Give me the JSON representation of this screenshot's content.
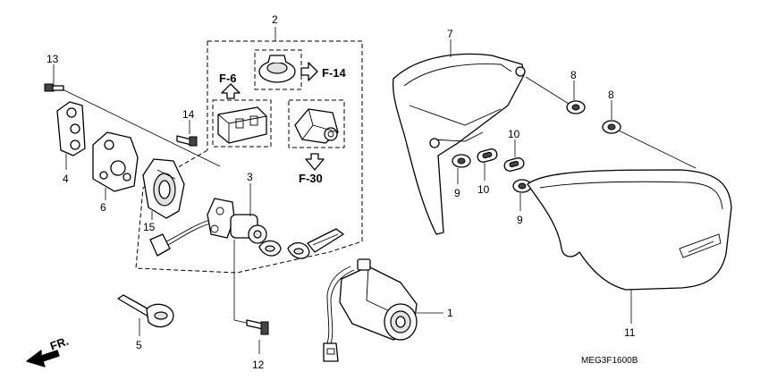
{
  "callouts": {
    "p1": "1",
    "p2": "2",
    "p3": "3",
    "p4": "4",
    "p5": "5",
    "p6": "6",
    "p7": "7",
    "p8a": "8",
    "p8b": "8",
    "p9a": "9",
    "p9b": "9",
    "p10a": "10",
    "p10b": "10",
    "p11": "11",
    "p12": "12",
    "p13": "13",
    "p14": "14",
    "p15": "15"
  },
  "refs": {
    "f6": "F-6",
    "f14": "F-14",
    "f30": "F-30"
  },
  "direction": "FR.",
  "diagram_code": "MEG3F1600B"
}
